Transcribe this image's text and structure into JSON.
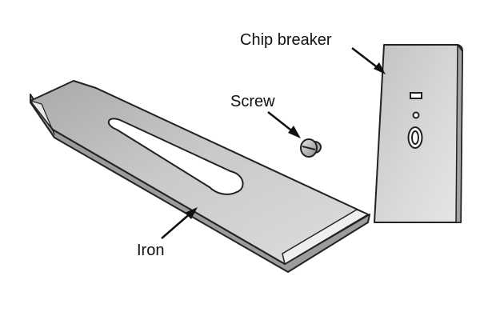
{
  "diagram": {
    "labels": {
      "iron": "Iron",
      "screw": "Screw",
      "chip_breaker": "Chip breaker"
    },
    "colors": {
      "steel_light": "#d9d9d9",
      "steel_mid": "#bdbdbd",
      "steel_dark": "#8f8f8f",
      "outline": "#222222",
      "background": "#ffffff"
    }
  }
}
